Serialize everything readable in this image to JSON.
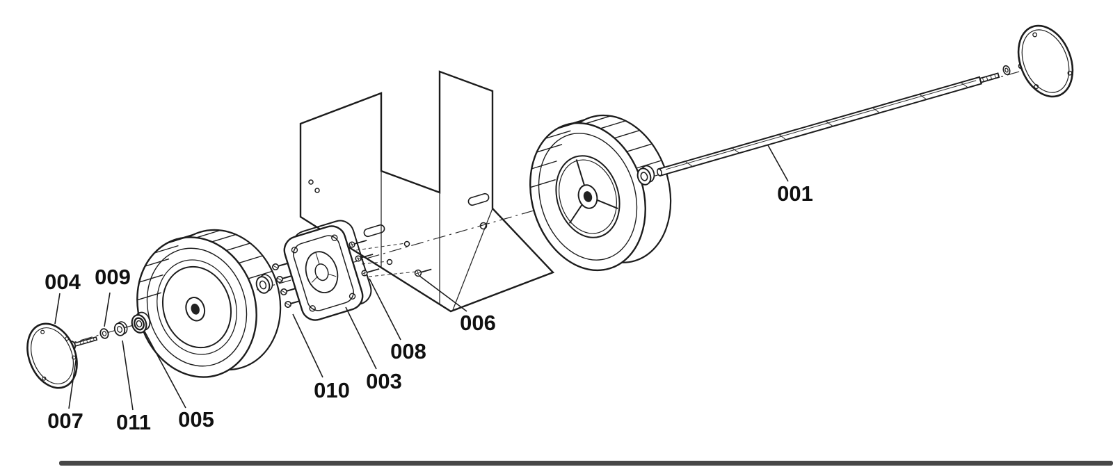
{
  "figure": {
    "type": "exploded-parts-diagram",
    "background_color": "#ffffff",
    "line_color": "#1c1c1c",
    "label_color": "#101010",
    "part_labels": {
      "p001": "001",
      "p003": "003",
      "p004": "004",
      "p005": "005",
      "p006": "006",
      "p007": "007",
      "p008": "008",
      "p009": "009",
      "p010": "010",
      "p011": "011"
    }
  }
}
